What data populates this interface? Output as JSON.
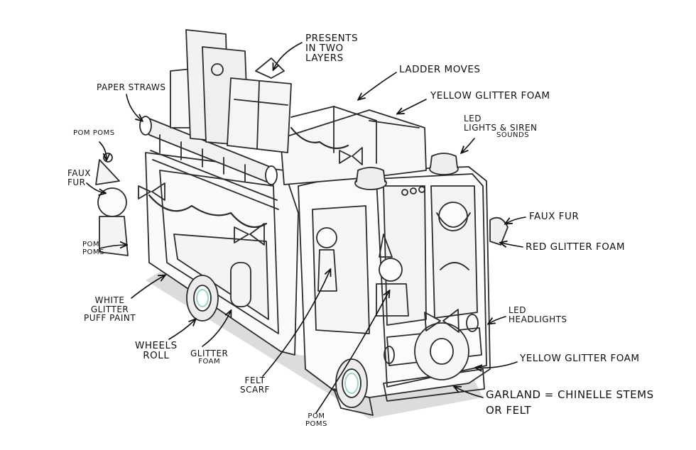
{
  "labels": {
    "presents": [
      "Presents",
      "in Two",
      "Layers"
    ],
    "ladder_moves": "Ladder Moves",
    "yellow_glitter_foam_top": "Yellow Glitter Foam",
    "led_lights_siren": [
      "LED",
      "Lights & Siren",
      "Sounds"
    ],
    "paper_straws": "Paper Straws",
    "pom_poms_left": "Pom Poms",
    "faux_fur_left": [
      "Faux",
      "Fur"
    ],
    "pom_poms_elf": [
      "Pom",
      "Poms"
    ],
    "white_glitter_puff_paint": [
      "White",
      "Glitter",
      "Puff Paint"
    ],
    "wheels_roll": [
      "Wheels",
      "Roll"
    ],
    "glitter_foam": [
      "Glitter",
      "Foam"
    ],
    "felt_scarf": [
      "Felt",
      "Scarf"
    ],
    "pom_poms_bottom": [
      "Pom",
      "Poms"
    ],
    "faux_fur_right": "Faux Fur",
    "red_glitter_foam": "Red Glitter Foam",
    "led_headlights": [
      "LED",
      "Headlights"
    ],
    "yellow_glitter_foam_bottom": "Yellow Glitter Foam",
    "garland": [
      "Garland = Chinelle Stems",
      "or Felt"
    ]
  },
  "colors": {
    "ink": "#111111",
    "pencil": "#3a3a3a",
    "shade": "#b9b9b9",
    "ground": "#cfcfcf",
    "wheel_accent": "#9bd3c8"
  }
}
